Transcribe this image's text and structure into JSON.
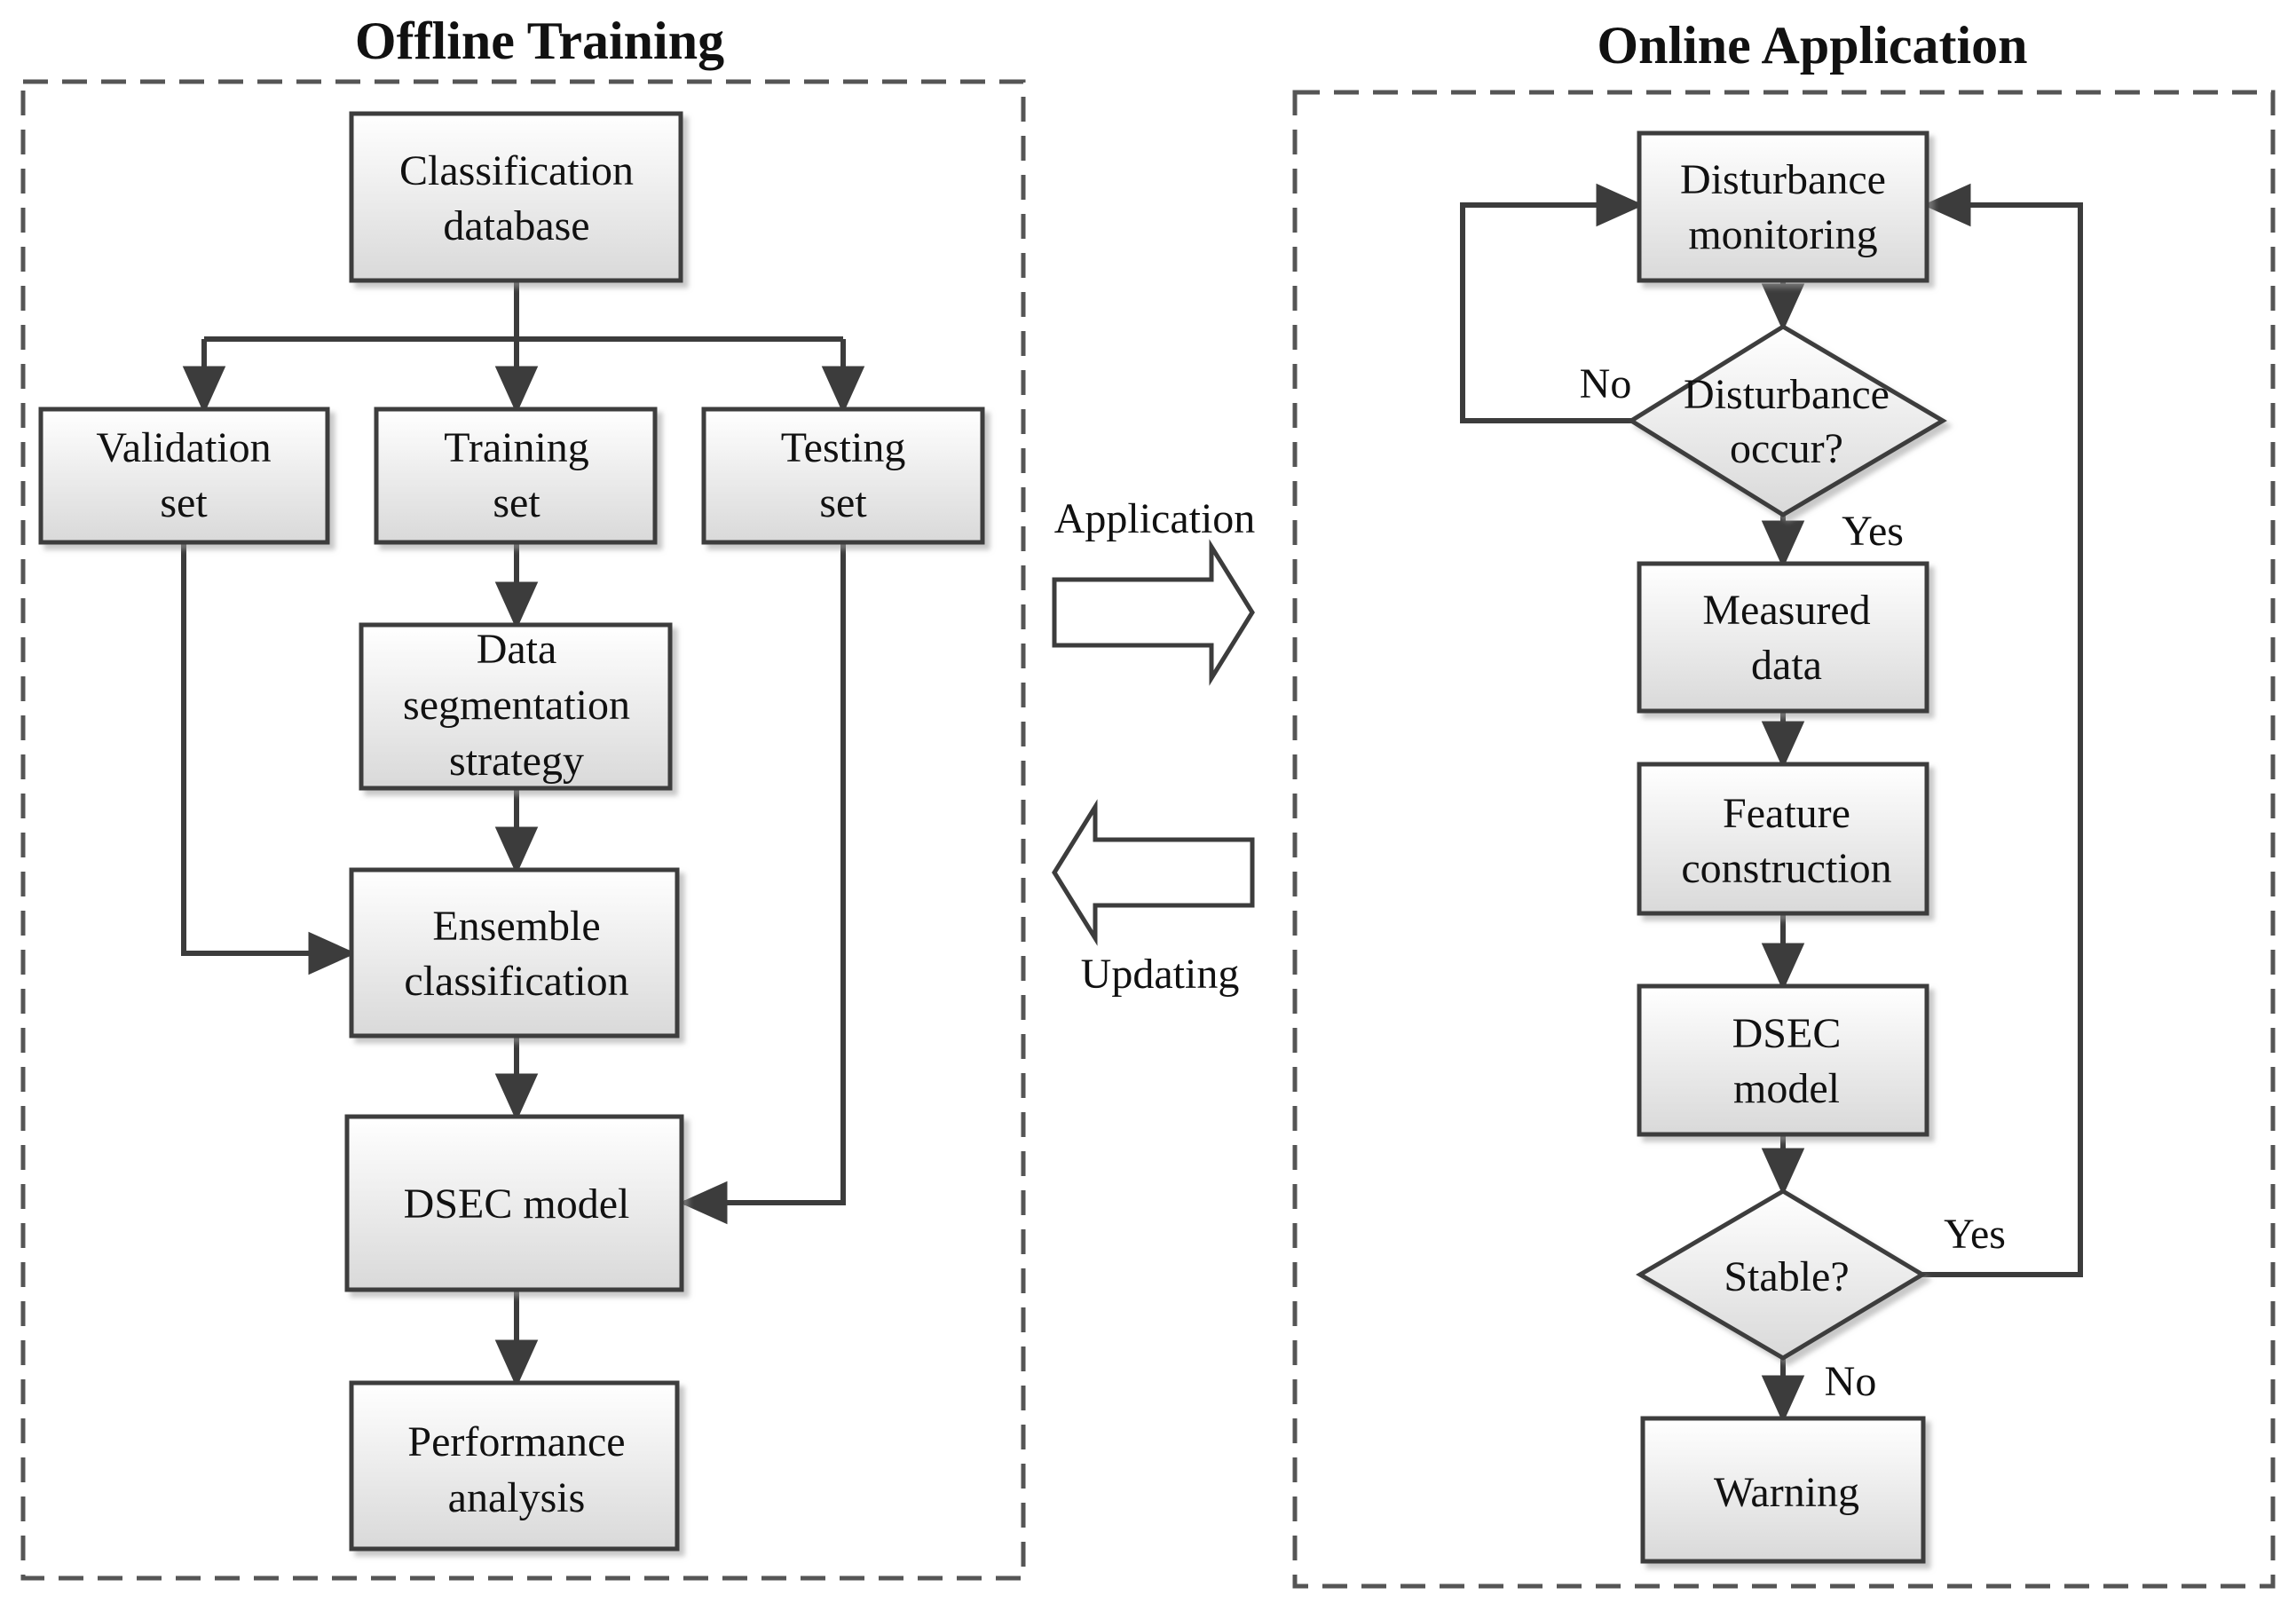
{
  "offline": {
    "title": "Offline Training",
    "classification_database": [
      "Classification",
      "database"
    ],
    "validation_set": [
      "Validation",
      "set"
    ],
    "training_set": [
      "Training",
      "set"
    ],
    "testing_set": [
      "Testing",
      "set"
    ],
    "data_segmentation": [
      "Data",
      "segmentation",
      "strategy"
    ],
    "ensemble_classification": [
      "Ensemble",
      "classification"
    ],
    "dsec_model": [
      "DSEC model"
    ],
    "performance_analysis": [
      "Performance",
      "analysis"
    ]
  },
  "middle": {
    "application": "Application",
    "updating": "Updating"
  },
  "online": {
    "title": "Online Application",
    "disturbance_monitoring": [
      "Disturbance",
      "monitoring"
    ],
    "disturbance_occur": [
      "Disturbance",
      "occur?"
    ],
    "measured_data": [
      "Measured",
      "data"
    ],
    "feature_construction": [
      "Feature",
      "construction"
    ],
    "dsec_model": [
      "DSEC",
      "model"
    ],
    "stable": [
      "Stable?"
    ],
    "warning": [
      "Warning"
    ],
    "label_no_top": "No",
    "label_yes_occur": "Yes",
    "label_yes_stable": "Yes",
    "label_no_stable": "No"
  }
}
